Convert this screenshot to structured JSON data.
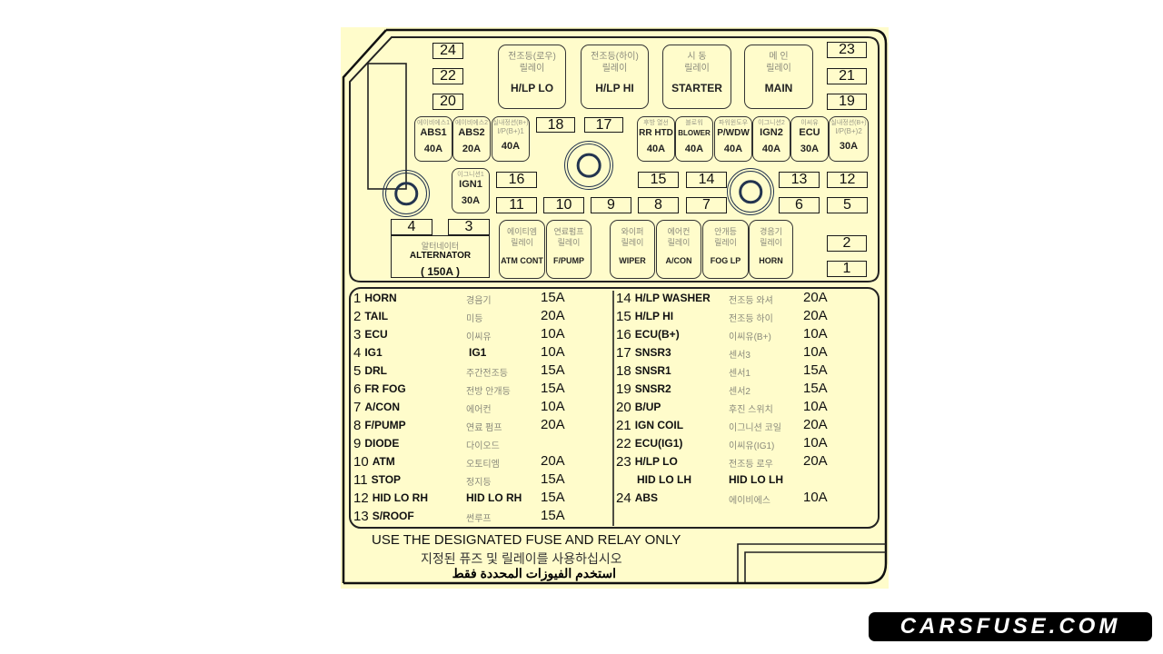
{
  "diagram": {
    "colors": {
      "background": "#fffccb",
      "stroke": "#1a1a1a",
      "bolt": "#23344f",
      "korean_text": "#8a8a7c"
    },
    "left_fuses": {
      "f24": "24",
      "f22": "22",
      "f20": "20"
    },
    "right_fuses": {
      "f23": "23",
      "f21": "21",
      "f19": "19"
    },
    "relays_top": [
      {
        "ko1": "전조등(로우)",
        "ko2": "릴레이",
        "en": "H/LP LO"
      },
      {
        "ko1": "전조등(하이)",
        "ko2": "릴레이",
        "en": "H/LP HI"
      },
      {
        "ko1": "시  동",
        "ko2": "릴레이",
        "en": "STARTER"
      },
      {
        "ko1": "메  인",
        "ko2": "릴레이",
        "en": "MAIN"
      }
    ],
    "mini_fuses_left": [
      {
        "ko": "에이비에스1",
        "en": "ABS1",
        "amp": "40A"
      },
      {
        "ko": "에이비에스2",
        "en": "ABS2",
        "amp": "20A"
      },
      {
        "ko": "실내정션(B+)",
        "en": "I/P(B+)1",
        "amp": "40A"
      }
    ],
    "mid_fuses_top": {
      "f18": "18",
      "f17": "17"
    },
    "mini_fuses_right": [
      {
        "ko": "후방 열선",
        "en": "RR HTD",
        "amp": "40A"
      },
      {
        "ko": "블로워",
        "en": "BLOWER",
        "amp": "40A"
      },
      {
        "ko": "파워윈도우",
        "en": "P/WDW",
        "amp": "40A"
      },
      {
        "ko": "이그니션2",
        "en": "IGN2",
        "amp": "40A"
      },
      {
        "ko": "이씨유",
        "en": "ECU",
        "amp": "30A"
      },
      {
        "ko": "실내정션(B+)",
        "en": "I/P(B+)2",
        "amp": "30A"
      }
    ],
    "ign1": {
      "ko": "이그니션1",
      "en": "IGN1",
      "amp": "30A"
    },
    "row_upper": {
      "f16": "16",
      "f15": "15",
      "f14": "14",
      "f13": "13",
      "f12": "12"
    },
    "row_lower": {
      "f11": "11",
      "f10": "10",
      "f9": "9",
      "f8": "8",
      "f7": "7",
      "f6": "6",
      "f5": "5"
    },
    "f4": "4",
    "f3": "3",
    "f2": "2",
    "f1": "1",
    "alternator": {
      "ko": "알터네이터",
      "en": "ALTERNATOR",
      "amp": "( 150A )"
    },
    "relays_bottom": [
      {
        "ko1": "에이티엠",
        "ko2": "릴레이",
        "en": "ATM CONT"
      },
      {
        "ko1": "연료펌프",
        "ko2": "릴레이",
        "en": "F/PUMP"
      },
      {
        "ko1": "와이퍼",
        "ko2": "릴레이",
        "en": "WIPER"
      },
      {
        "ko1": "에어컨",
        "ko2": "릴레이",
        "en": "A/CON"
      },
      {
        "ko1": "안개등",
        "ko2": "릴레이",
        "en": "FOG LP"
      },
      {
        "ko1": "경음기",
        "ko2": "릴레이",
        "en": "HORN"
      }
    ]
  },
  "legend": {
    "left": [
      {
        "num": "1",
        "name": "HORN",
        "ko": "경음기",
        "amp": "15A"
      },
      {
        "num": "2",
        "name": "TAIL",
        "ko": "미등",
        "amp": "20A"
      },
      {
        "num": "3",
        "name": "ECU",
        "ko": "이씨유",
        "amp": "10A"
      },
      {
        "num": "4",
        "name": "IG1",
        "ko": "IG1",
        "amp": "10A"
      },
      {
        "num": "5",
        "name": "DRL",
        "ko": "주간전조등",
        "amp": "15A"
      },
      {
        "num": "6",
        "name": "FR FOG",
        "ko": "전방 안개등",
        "amp": "15A"
      },
      {
        "num": "7",
        "name": "A/CON",
        "ko": "에어컨",
        "amp": "10A"
      },
      {
        "num": "8",
        "name": "F/PUMP",
        "ko": "연료 펌프",
        "amp": "20A"
      },
      {
        "num": "9",
        "name": "DIODE",
        "ko": "다이오드",
        "amp": ""
      },
      {
        "num": "10",
        "name": "ATM",
        "ko": "오토티엠",
        "amp": "20A"
      },
      {
        "num": "11",
        "name": "STOP",
        "ko": "정지등",
        "amp": "15A"
      },
      {
        "num": "12",
        "name": "HID LO RH",
        "ko": "HID LO RH",
        "amp": "15A"
      },
      {
        "num": "13",
        "name": "S/ROOF",
        "ko": "썬루프",
        "amp": "15A"
      }
    ],
    "right": [
      {
        "num": "14",
        "name": "H/LP  WASHER",
        "ko": "전조등 와셔",
        "amp": "20A"
      },
      {
        "num": "15",
        "name": "H/LP  HI",
        "ko": "전조등 하이",
        "amp": "20A"
      },
      {
        "num": "16",
        "name": "ECU(B+)",
        "ko": "이씨유(B+)",
        "amp": "10A"
      },
      {
        "num": "17",
        "name": "SNSR3",
        "ko": "센서3",
        "amp": "10A"
      },
      {
        "num": "18",
        "name": "SNSR1",
        "ko": "센서1",
        "amp": "15A"
      },
      {
        "num": "19",
        "name": "SNSR2",
        "ko": "센서2",
        "amp": "15A"
      },
      {
        "num": "20",
        "name": "B/UP",
        "ko": "후진 스위치",
        "amp": "10A"
      },
      {
        "num": "21",
        "name": "IGN COIL",
        "ko": "이그니션 코일",
        "amp": "20A"
      },
      {
        "num": "22",
        "name": "ECU(IG1)",
        "ko": "이씨유(IG1)",
        "amp": "10A"
      },
      {
        "num": "23",
        "name": "H/LP LO",
        "ko": "전조등 로우",
        "amp": "20A"
      },
      {
        "num": "",
        "name": "HID LO LH",
        "ko": "HID LO LH",
        "amp": ""
      },
      {
        "num": "24",
        "name": "ABS",
        "ko": "에이비에스",
        "amp": "10A"
      }
    ]
  },
  "notice": {
    "english": "USE THE DESIGNATED FUSE AND RELAY ONLY",
    "korean": "지정된 퓨즈 및 릴레이를 사용하십시오",
    "arabic": "استخدم الفيوزات المحددة فقط"
  },
  "watermark": "CARSFUSE.COM"
}
